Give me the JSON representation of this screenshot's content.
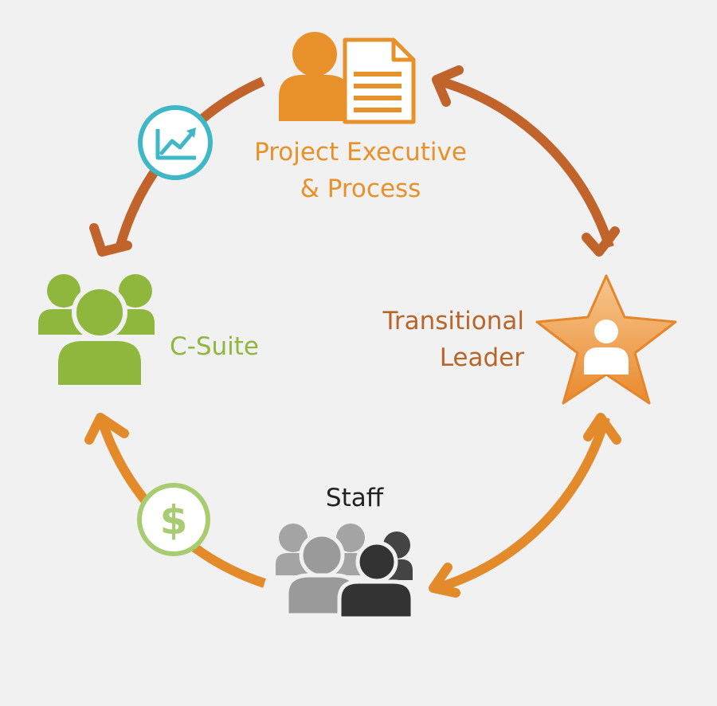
{
  "nodes": {
    "project_executive": {
      "line1": "Project Executive",
      "line2": "& Process",
      "color": "#e8912a",
      "icon": "user-document-icon"
    },
    "transitional_leader": {
      "line1": "Transitional",
      "line2": "Leader",
      "color": "#b8652a",
      "icon": "star-user-icon"
    },
    "c_suite": {
      "line1": "C-Suite",
      "color": "#8fb63d",
      "icon": "user-group-icon"
    },
    "staff": {
      "line1": "Staff",
      "color": "#222222",
      "icon": "staff-group-icon"
    }
  },
  "connectors": [
    {
      "from": "Project Executive & Process",
      "to": "C-Suite",
      "icon": "trending-chart-icon",
      "color": "#c0642c"
    },
    {
      "from": "Project Executive & Process",
      "to": "Transitional Leader",
      "bidirectional": true,
      "color": "#c0642c"
    },
    {
      "from": "Staff",
      "to": "Transitional Leader",
      "bidirectional": true,
      "color": "#e38a2b"
    },
    {
      "from": "Staff",
      "to": "C-Suite",
      "icon": "dollar-icon",
      "color": "#e38a2b"
    }
  ],
  "colors": {
    "background": "#f2f1f1",
    "trend_badge": "#3fb7c7",
    "dollar_badge": "#a9cc72",
    "staff_light": "#9a9a9a",
    "staff_dark": "#333333"
  }
}
